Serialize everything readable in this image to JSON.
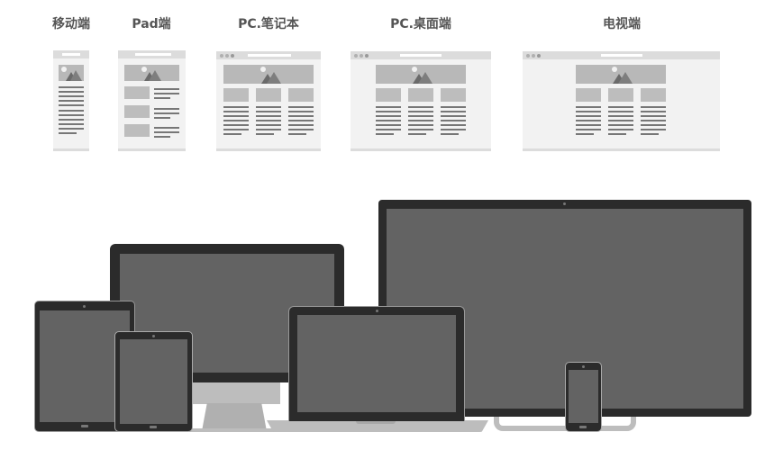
{
  "labels": {
    "mobile": "移动端",
    "pad": "Pad端",
    "laptop": "PC.笔记本",
    "desktop": "PC.桌面端",
    "tv": "电视端"
  },
  "wireframes": [
    {
      "id": "mobile",
      "layout": "single-column",
      "text_lines": 11
    },
    {
      "id": "pad",
      "layout": "thumb-list",
      "rows": 3
    },
    {
      "id": "laptop",
      "layout": "three-column",
      "browser_dots": 3
    },
    {
      "id": "desktop",
      "layout": "three-column-centered",
      "browser_dots": 3
    },
    {
      "id": "tv",
      "layout": "three-column-centered",
      "browser_dots": 3
    }
  ],
  "devices": [
    "large-tablet",
    "small-tablet",
    "desktop-monitor",
    "laptop",
    "tv",
    "smartphone"
  ],
  "colors": {
    "bezel": "#2b2b2b",
    "screen": "#636363",
    "stand": "#bdbdbd",
    "card_bg": "#f2f2f2",
    "text_line": "#777777",
    "label": "#555555"
  }
}
